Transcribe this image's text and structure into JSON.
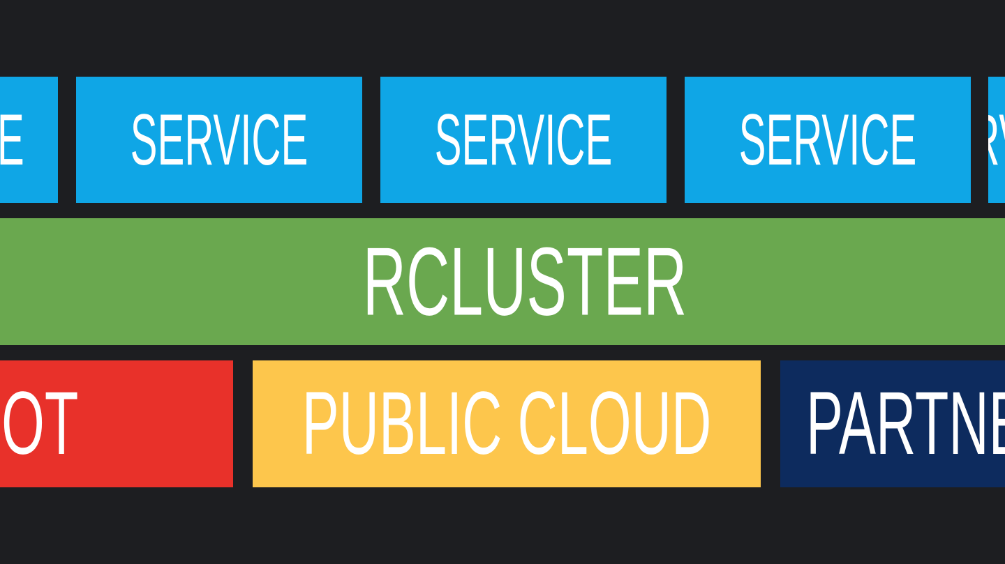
{
  "colors": {
    "background": "#1d1e21",
    "service": "#0fa6e6",
    "cluster": "#6aa84f",
    "iot": "#e8312a",
    "public_cloud": "#fdc64c",
    "partner": "#0d2b5e"
  },
  "services": [
    "SERVICE",
    "SERVICE",
    "SERVICE",
    "SERVICE",
    "SERVICE"
  ],
  "cluster": {
    "label": "RCLUSTER"
  },
  "platforms": [
    {
      "label": "IOT"
    },
    {
      "label": "PUBLIC CLOUD"
    },
    {
      "label": "PARTNER"
    }
  ]
}
